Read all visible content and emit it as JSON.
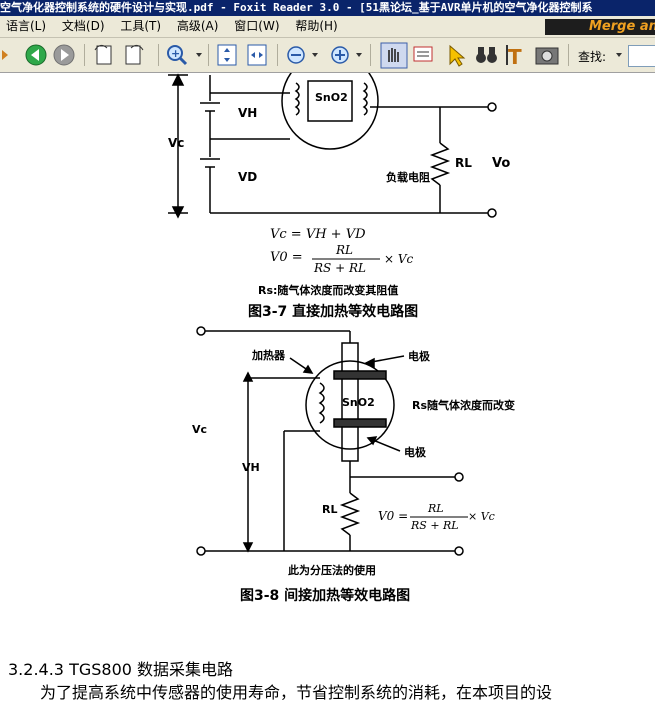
{
  "window": {
    "title": "空气净化器控制系统的硬件设计与实现.pdf - Foxit Reader 3.0 - [51黑论坛_基于AVR单片机的空气净化器控制系"
  },
  "menu": [
    "语言(L)",
    "文档(D)",
    "工具(T)",
    "高级(A)",
    "窗口(W)",
    "帮助(H)"
  ],
  "logo": "Merge and",
  "toolbar": {
    "find_label": "查找:"
  },
  "fig37": {
    "vc": "Vc",
    "vh": "VH",
    "vd": "VD",
    "sensor": "SnO2",
    "rl": "RL",
    "vo": "Vo",
    "load_label": "负载电阻",
    "eq1": "Vc = VH + VD",
    "eq2_lhs": "V0 =",
    "eq2_num": "RL",
    "eq2_den": "RS + RL",
    "eq2_rhs": "× Vc",
    "rs_note": "Rs:随气体浓度而改变其阻值",
    "caption": "图3-7  直接加热等效电路图"
  },
  "fig38": {
    "heater": "加热器",
    "electrode_top": "电极",
    "electrode_bottom": "电极",
    "sensor": "SnO2",
    "rs_change": "Rs随气体浓度而改变",
    "vc": "Vc",
    "vh": "VH",
    "rl": "RL",
    "eq_lhs": "V0 =",
    "eq_num": "RL",
    "eq_den": "RS + RL",
    "eq_rhs": "× Vc",
    "divider_note": "此为分压法的使用",
    "caption": "图3-8  间接加热等效电路图"
  },
  "section": {
    "heading": "3.2.4.3 TGS800 数据采集电路",
    "body": "为了提高系统中传感器的使用寿命，节省控制系统的消耗，在本项目的设"
  }
}
